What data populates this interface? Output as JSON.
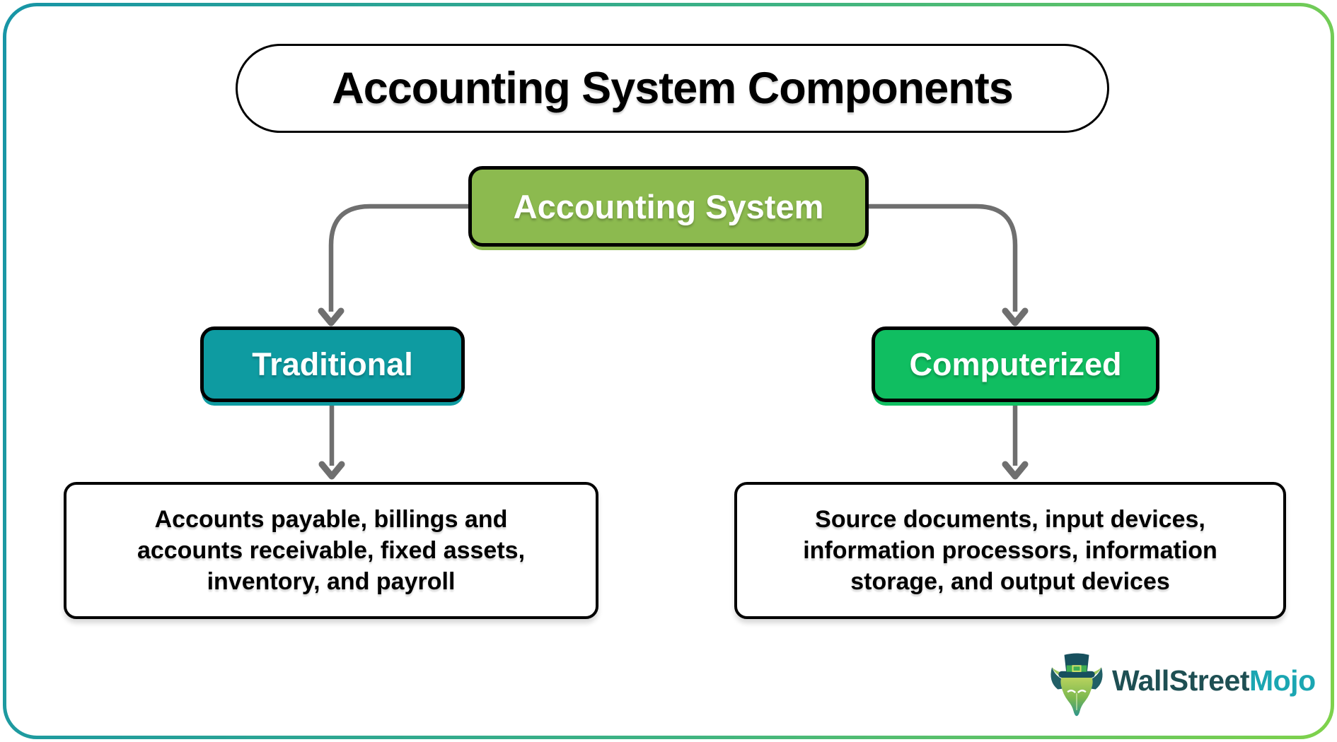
{
  "canvas": {
    "background": "#ffffff",
    "border_gradient_start": "#1795A6",
    "border_gradient_end": "#7FD24B"
  },
  "title": "Accounting System Components",
  "diagram": {
    "connector_color": "#6F6F6F",
    "root": {
      "label": "Accounting System",
      "color": "#8CBA4F"
    },
    "branches": [
      {
        "label": "Traditional",
        "color": "#0E9BA1",
        "description_lines": [
          "Accounts payable, billings and",
          "accounts receivable, fixed assets,",
          "inventory, and payroll"
        ]
      },
      {
        "label": "Computerized",
        "color": "#10BE61",
        "description_lines": [
          "Source documents, input devices,",
          "information processors, information",
          "storage, and output devices"
        ]
      }
    ]
  },
  "branding": {
    "logo_text_primary": "WallStreet",
    "logo_text_accent": "Mojo",
    "primary_color": "#1E4F53",
    "accent_color": "#1BA6B2",
    "icon": "bull-with-top-hat-icon"
  }
}
